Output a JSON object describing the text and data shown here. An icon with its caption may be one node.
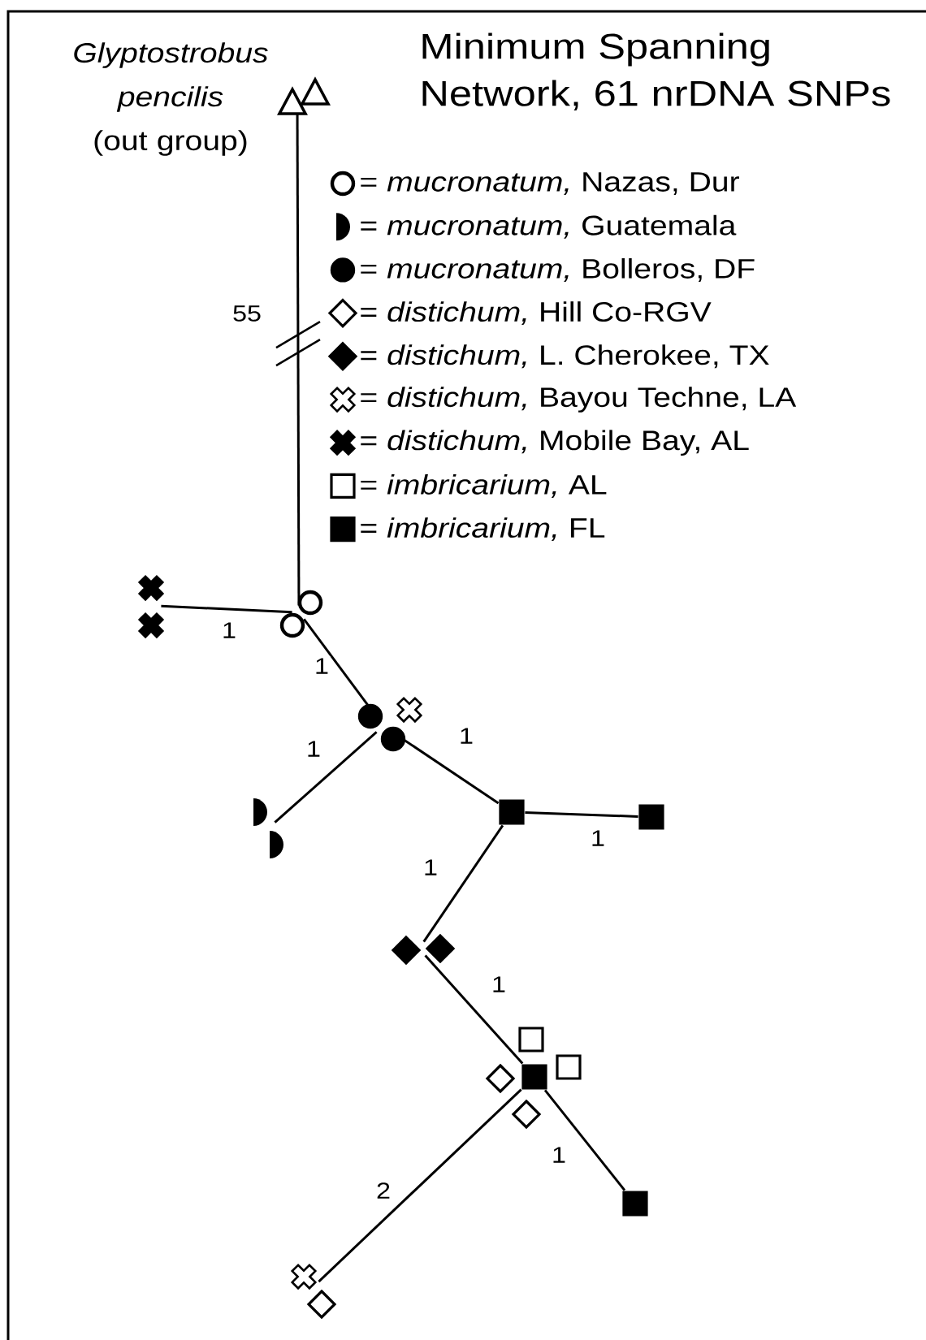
{
  "diagram": {
    "title": "Minimum Spanning Network, 61 nrDNA SNPs",
    "nodes": [
      {
        "text": [],
        "shape": "triangle",
        "beside": [
          "*Glyptostrobus pencilis* (out group)"
        ]
      },
      {
        "text": [],
        "shape": "circle"
      },
      {
        "text": [],
        "shape": "cross"
      },
      {
        "text": [],
        "shape": "circle"
      },
      {
        "text": [],
        "shape": "semicircle"
      },
      {
        "text": [],
        "shape": "box"
      },
      {
        "text": [],
        "shape": "box"
      },
      {
        "text": [],
        "shape": "diamond"
      },
      {
        "text": [],
        "shape": "box"
      },
      {
        "text": [],
        "shape": "box"
      },
      {
        "text": [],
        "shape": "diamond"
      },
      {
        "text": [],
        "shape": "diamond"
      },
      {
        "text": [],
        "shape": "box"
      },
      {
        "text": [],
        "shape": "cross"
      }
    ],
    "edges": [
      {
        "from": 0,
        "to": 1,
        "arrow": "none",
        "label": "55"
      },
      {
        "from": 1,
        "to": 2,
        "arrow": "none",
        "label": "1"
      },
      {
        "from": 1,
        "to": 3,
        "arrow": "none",
        "label": "1"
      },
      {
        "from": 3,
        "to": 4,
        "arrow": "none",
        "label": "1"
      },
      {
        "from": 3,
        "to": 5,
        "arrow": "none",
        "label": "1"
      },
      {
        "from": 5,
        "to": 6,
        "arrow": "none",
        "label": "1"
      },
      {
        "from": 5,
        "to": 7,
        "arrow": "none",
        "label": "1"
      },
      {
        "from": 7,
        "to": 8,
        "arrow": "none",
        "label": "1"
      },
      {
        "from": 8,
        "to": 12,
        "arrow": "none",
        "label": "1"
      },
      {
        "from": 8,
        "to": 13,
        "arrow": "none",
        "label": "2"
      }
    ],
    "legend": [
      {
        "text": "= *mucronatum,* Nazas, Dur"
      },
      {
        "text": "= *mucronatum,* Guatemala"
      },
      {
        "text": "= *mucronatum,* Bolleros, DF"
      },
      {
        "text": "= *distichum,* Hill Co-RGV"
      },
      {
        "text": "= *distichum,* L. Cherokee, TX"
      },
      {
        "text": "= *distichum,* Bayou Techne, LA"
      },
      {
        "text": "= *distichum,* Mobile Bay, AL"
      },
      {
        "text": "= *imbricarium,* AL"
      },
      {
        "text": "= *imbricarium,* FL"
      }
    ]
  }
}
